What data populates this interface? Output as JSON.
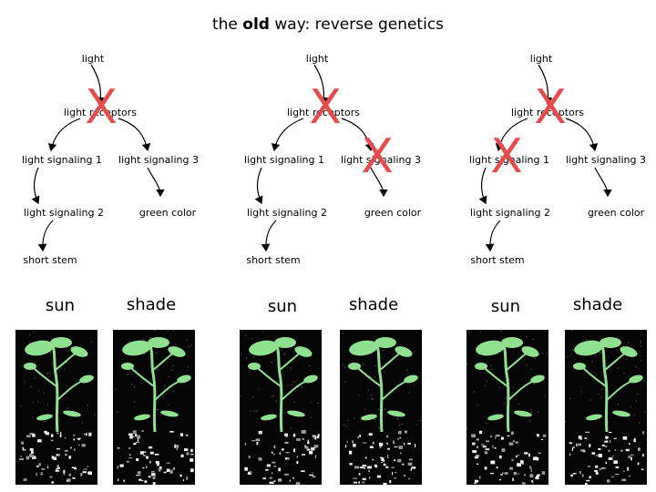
{
  "title": {
    "prefix": "the ",
    "bold": "old",
    "suffix": " way: reverse genetics"
  },
  "panels": [
    {
      "light": "light",
      "receptors": "light receptors",
      "sig1": "light signaling 1",
      "sig3": "light signaling 3",
      "sig2": "light signaling 2",
      "green": "green color",
      "stem": "short stem",
      "sun": "sun",
      "shade": "shade",
      "knockouts": [
        "light receptors"
      ]
    },
    {
      "light": "light",
      "receptors": "light receptors",
      "sig1": "light signaling 1",
      "sig3": "light signaling 3",
      "sig2": "light signaling 2",
      "green": "green color",
      "stem": "short stem",
      "sun": "sun",
      "shade": "shade",
      "knockouts": [
        "light receptors",
        "light signaling 3"
      ]
    },
    {
      "light": "light",
      "receptors": "light receptors",
      "sig1": "light signaling 1",
      "sig3": "light signaling 3",
      "sig2": "light signaling 2",
      "green": "green color",
      "stem": "short stem",
      "sun": "sun",
      "shade": "shade",
      "knockouts": [
        "light receptors",
        "light signaling 1"
      ]
    }
  ],
  "knockout_symbol": "X",
  "colors": {
    "knockout": "#e74c4c",
    "plant": "#8fe08f",
    "photo_bg": "#050505"
  }
}
